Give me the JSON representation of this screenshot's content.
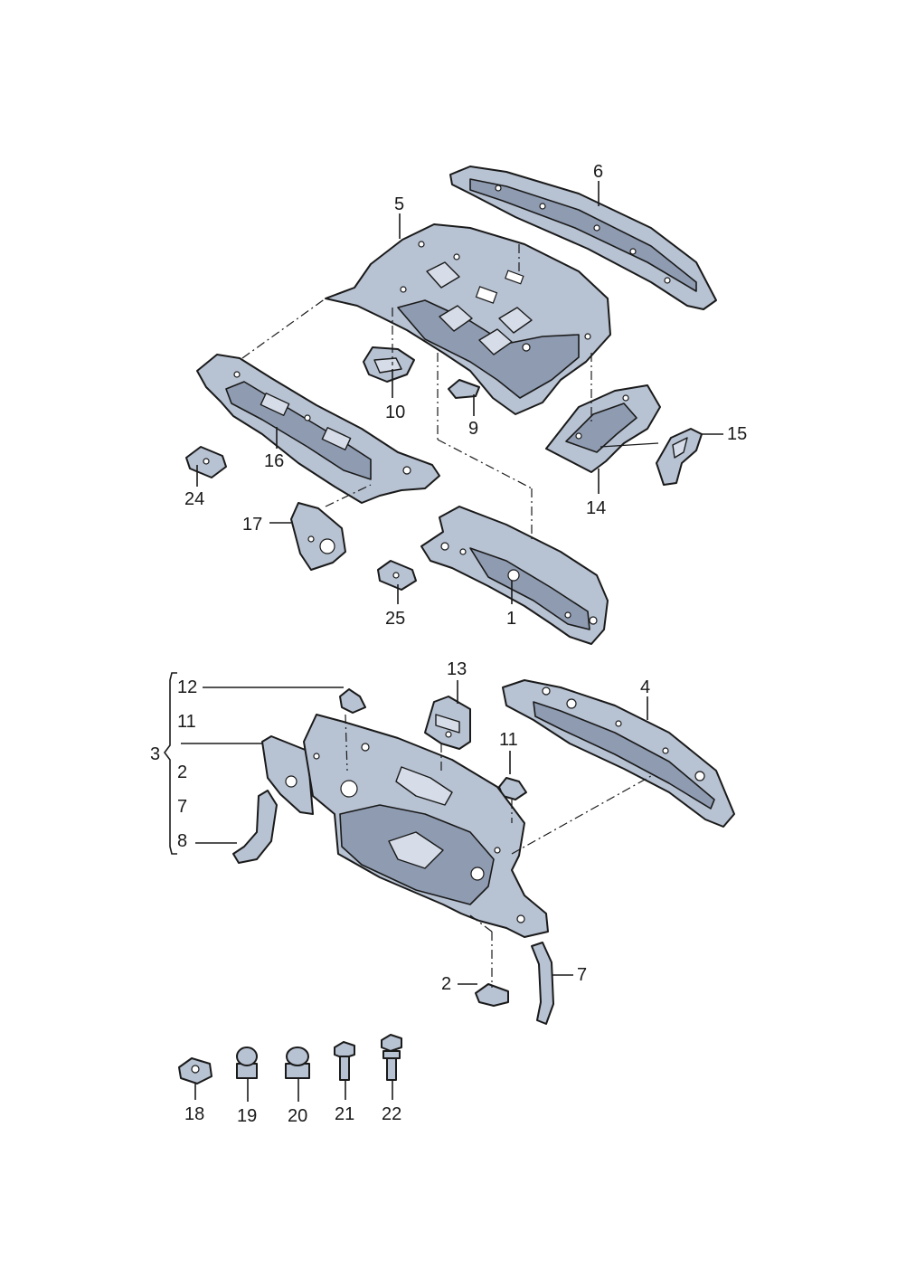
{
  "callouts": {
    "c6": "6",
    "c5": "5",
    "c10": "10",
    "c9": "9",
    "c16": "16",
    "c15": "15",
    "c14": "14",
    "c24": "24",
    "c17": "17",
    "c25": "25",
    "c1": "1",
    "c13": "13",
    "c4": "4",
    "c12": "12",
    "c11a": "11",
    "c3": "3",
    "c2a": "2",
    "c7a": "7",
    "c8": "8",
    "c11b": "11",
    "c2b": "2",
    "c7b": "7",
    "c18": "18",
    "c19": "19",
    "c20": "20",
    "c21": "21",
    "c22": "22"
  }
}
